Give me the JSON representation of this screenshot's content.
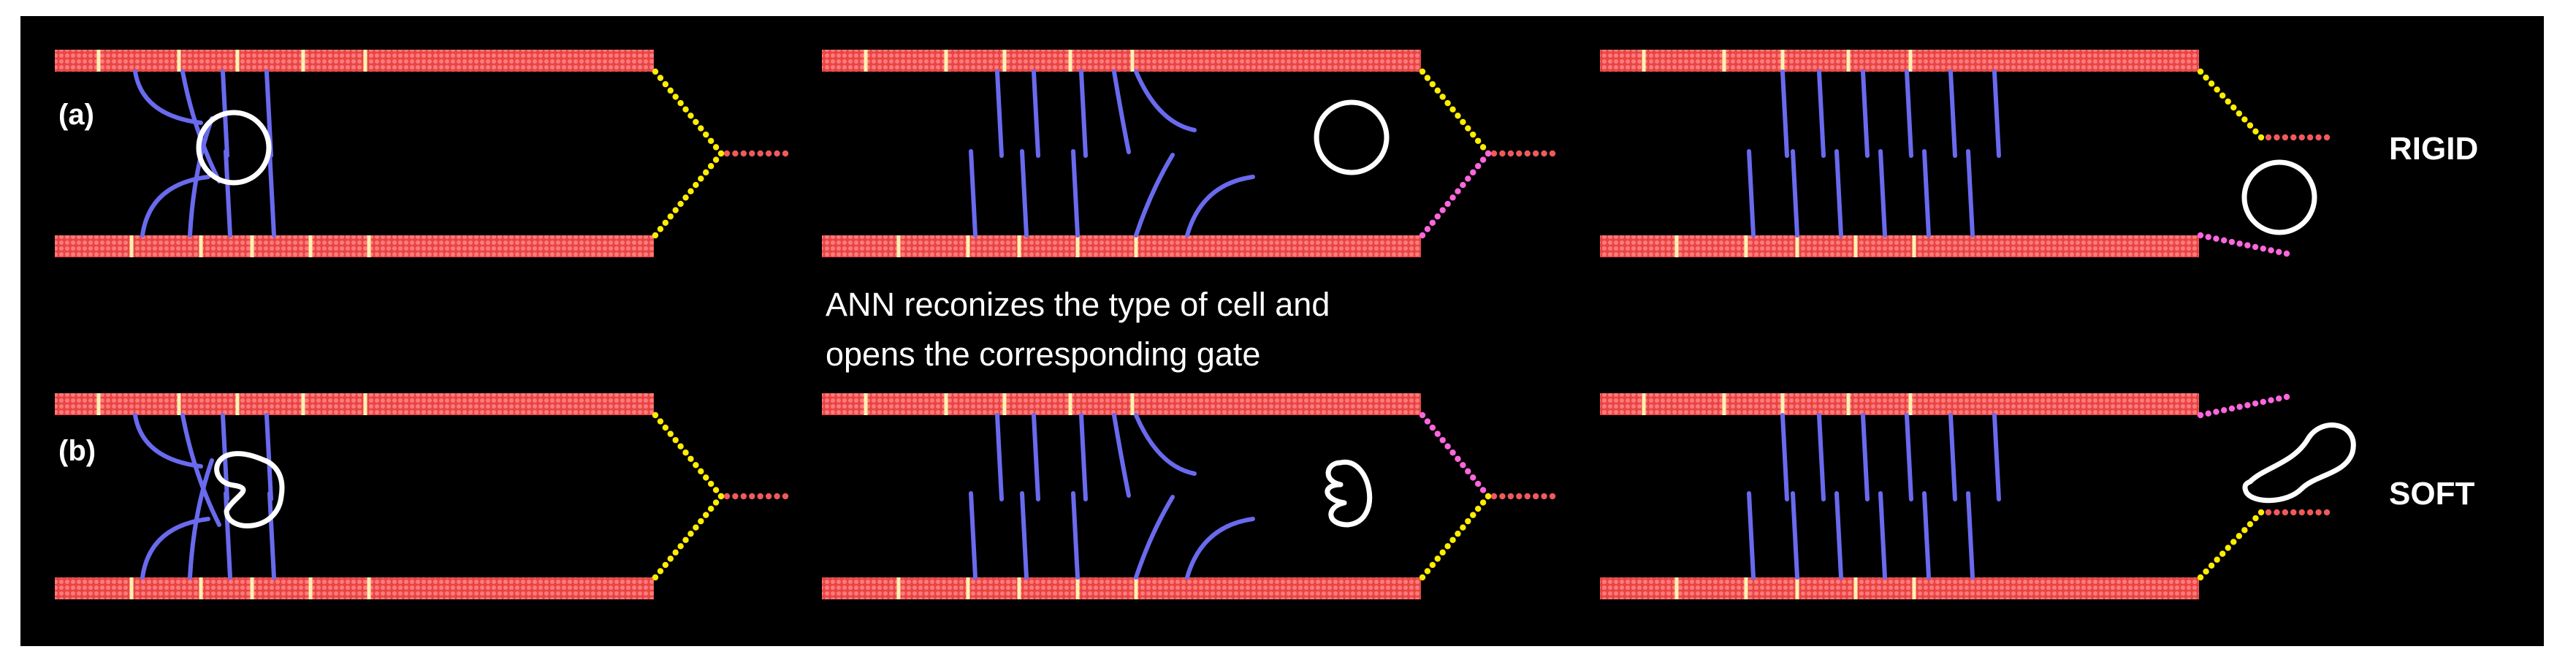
{
  "labels": {
    "row_a": "(a)",
    "row_b": "(b)",
    "rigid": "RIGID",
    "soft": "SOFT",
    "caption_line1": "ANN reconizes the type of cell and",
    "caption_line2": "opens the corresponding gate"
  },
  "colors": {
    "background": "#000000",
    "wall": "#f05a5a",
    "post_marker": "#fff2b0",
    "pillar": "#6a6aee",
    "gate_closed": "#ffee00",
    "gate_open": "#ff66dd",
    "cell": "#ffffff"
  },
  "panels": [
    {
      "row": "a",
      "stage": 1,
      "cell": "rigid",
      "gate_upper": "closed",
      "gate_lower": "closed"
    },
    {
      "row": "a",
      "stage": 2,
      "cell": "rigid",
      "gate_upper": "closed",
      "gate_lower": "open"
    },
    {
      "row": "a",
      "stage": 3,
      "cell": "rigid",
      "gate_upper": "closed",
      "gate_lower": "open"
    },
    {
      "row": "b",
      "stage": 1,
      "cell": "soft",
      "gate_upper": "closed",
      "gate_lower": "closed"
    },
    {
      "row": "b",
      "stage": 2,
      "cell": "soft",
      "gate_upper": "open",
      "gate_lower": "closed"
    },
    {
      "row": "b",
      "stage": 3,
      "cell": "soft",
      "gate_upper": "open",
      "gate_lower": "closed"
    }
  ]
}
